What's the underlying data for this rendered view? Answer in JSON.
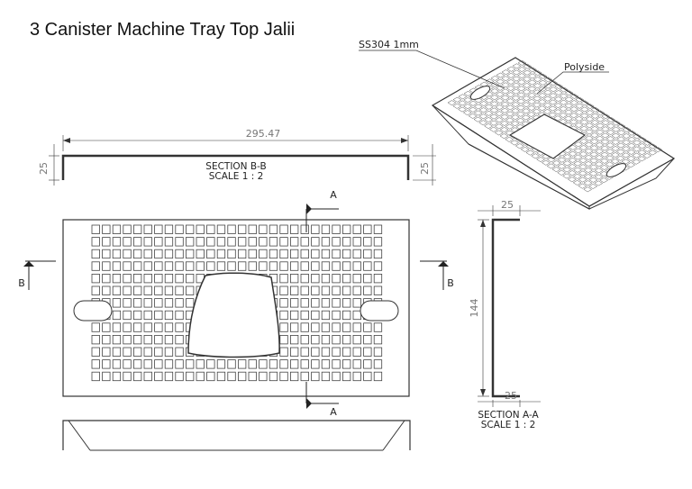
{
  "title": "3 Canister Machine Tray Top Jalii",
  "annotations": {
    "material": "SS304 1mm",
    "coating": "Polyside"
  },
  "section_bb": {
    "name": "SECTION B-B",
    "scale": "SCALE 1 : 2",
    "width_dim": "295.47",
    "height_dim_left": "25",
    "height_dim_right": "25"
  },
  "section_aa": {
    "name": "SECTION A-A",
    "scale": "SCALE 1 : 2",
    "flange_top": "25",
    "height": "144",
    "flange_bottom": "25"
  },
  "cut_markers": {
    "a_top": "A",
    "a_bottom": "A",
    "b_left": "B",
    "b_right": "B"
  }
}
